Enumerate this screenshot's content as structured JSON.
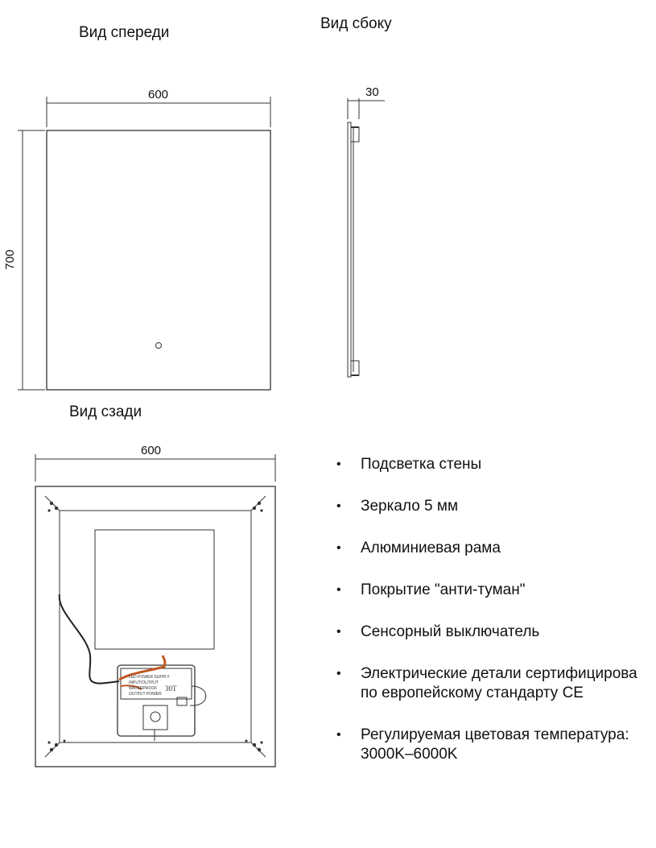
{
  "views": {
    "front": {
      "title": "Вид спереди",
      "width": "600",
      "height": "700"
    },
    "side": {
      "title": "Вид сбоку",
      "depth": "30"
    },
    "back": {
      "title": "Вид сзади",
      "width": "600",
      "label_voltage": "30T"
    }
  },
  "features": [
    {
      "lines": [
        "Подсветка стены"
      ]
    },
    {
      "lines": [
        "Зеркало 5 мм"
      ]
    },
    {
      "lines": [
        "Алюминиевая рама"
      ]
    },
    {
      "lines": [
        "Покрытие \"анти-туман\""
      ]
    },
    {
      "lines": [
        "Сенсорный выключатель"
      ]
    },
    {
      "lines": [
        "Электрические детали сертифицирова",
        "по европейскому стандарту CE"
      ]
    },
    {
      "lines": [
        "Регулируемая цветовая температура:",
        "3000K–6000K"
      ]
    }
  ],
  "colors": {
    "line": "#333333",
    "wire": "#c0581f",
    "box": "#e6e6e6"
  }
}
